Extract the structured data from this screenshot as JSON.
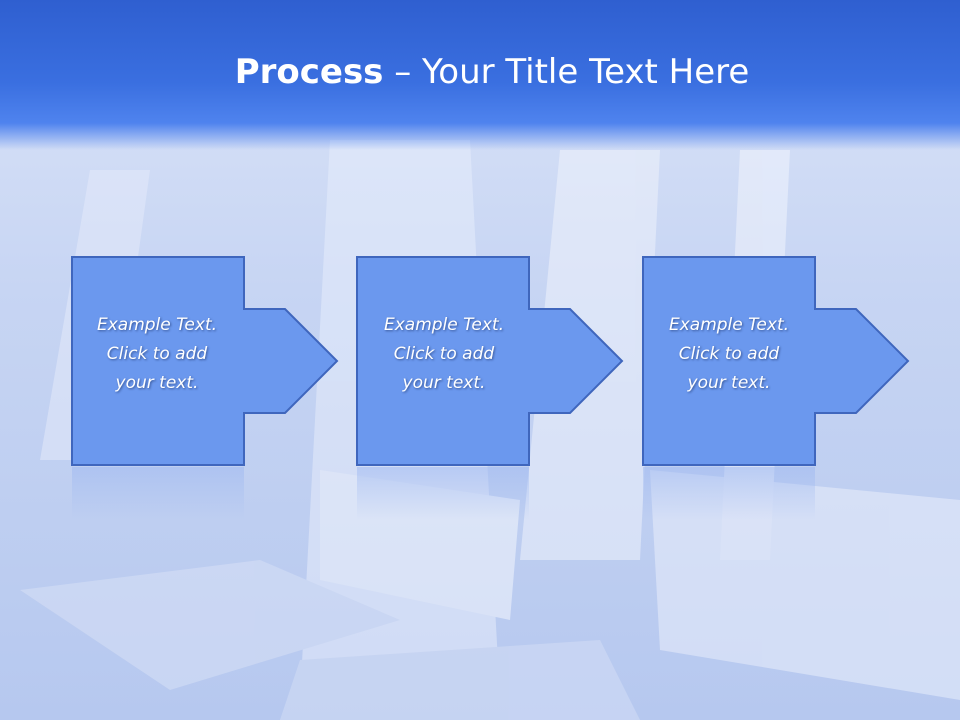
{
  "slide": {
    "title_bold": "Process",
    "title_rest": " – Your Title Text Here",
    "steps": [
      {
        "line1": "Example Text.",
        "line2": "Click  to add",
        "line3": "your text."
      },
      {
        "line1": "Example Text.",
        "line2": "Click  to add",
        "line3": "your text."
      },
      {
        "line1": "Example Text.",
        "line2": "Click  to add",
        "line3": "your text."
      }
    ]
  },
  "colors": {
    "banner": "#3a6fe0",
    "box_fill": "#6b98ee",
    "box_stroke": "#3f66bd",
    "text": "#ffffff"
  }
}
